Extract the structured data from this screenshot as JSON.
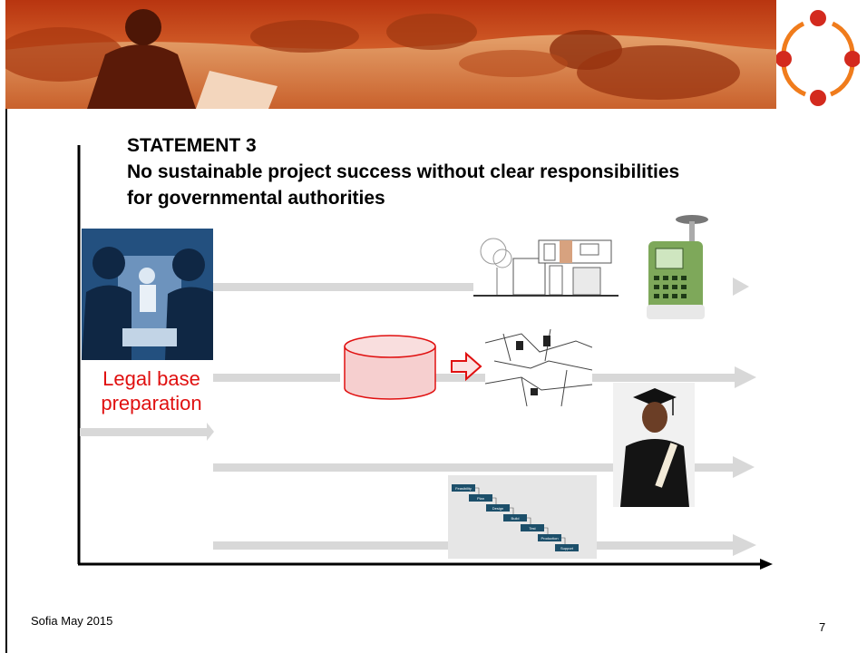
{
  "slide": {
    "title_line1": "STATEMENT 3",
    "title_line2": "No sustainable project success without clear responsibilities",
    "title_line3": "for governmental authorities",
    "legal_line1": "Legal base",
    "legal_line2": "preparation",
    "footer_left": "Sofia May 2015",
    "page_number": "7"
  },
  "phase_diagram": {
    "steps": [
      "Feasibility",
      "Plan",
      "Design",
      "Build",
      "Test",
      "Production",
      "Support"
    ]
  },
  "colors": {
    "banner_orange": "#c8461a",
    "logo_red": "#d32a1e",
    "logo_orange": "#f07c1c",
    "label_red": "#e01010",
    "arrow_gray": "#d8d8d8",
    "step_blue": "#1c4f6a"
  }
}
